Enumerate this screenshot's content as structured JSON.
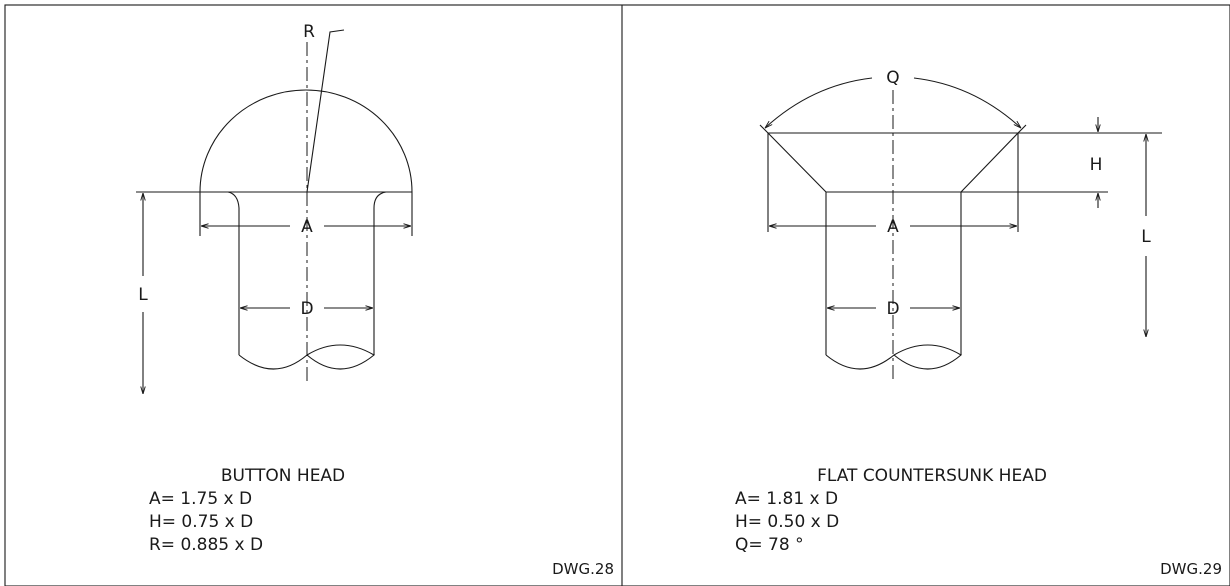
{
  "drawings": [
    {
      "title": "BUTTON HEAD",
      "notes": [
        "A= 1.75 x D",
        "H= 0.75 x D",
        "R= 0.885 x D"
      ],
      "dwg_no": "DWG.28",
      "dims": {
        "r": "R",
        "a": "A",
        "d": "D",
        "l": "L"
      }
    },
    {
      "title": "FLAT COUNTERSUNK HEAD",
      "notes": [
        "A= 1.81 x D",
        "H= 0.50 x D",
        "Q= 78 °"
      ],
      "dwg_no": "DWG.29",
      "dims": {
        "q": "Q",
        "a": "A",
        "d": "D",
        "h": "H",
        "l": "L"
      }
    }
  ]
}
